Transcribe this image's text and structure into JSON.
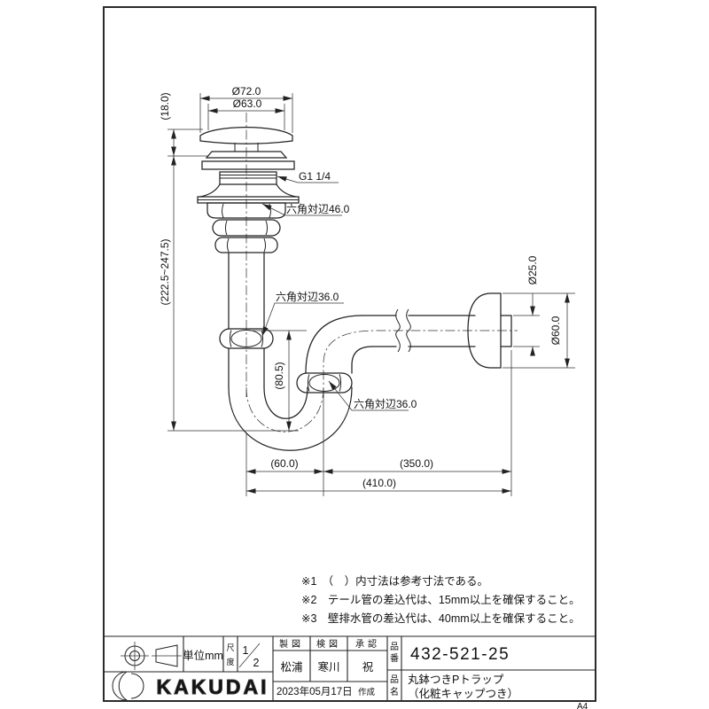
{
  "drawing": {
    "dims": {
      "cap_od": "Ø72.0",
      "cap_id": "Ø63.0",
      "cap_height": "(18.0)",
      "install_height": "(222.5~247.5)",
      "trap_depth": "(80.5)",
      "outlet_pipe_od": "Ø25.0",
      "escutcheon_od": "Ø60.0",
      "trap_offset": "(60.0)",
      "horizontal_run": "(350.0)",
      "total_length": "(410.0)"
    },
    "labels": {
      "thread": "G1 1/4",
      "hex46": "六角対辺46.0",
      "hex36_upper": "六角対辺36.0",
      "hex36_lower": "六角対辺36.0"
    },
    "notes": [
      "※1　（　）内寸法は参考寸法である。",
      "※2　テール管の差込代は、15mm以上を確保すること。",
      "※3　壁排水管の差込代は、40mm以上を確保すること。"
    ]
  },
  "title_block": {
    "unit": "単位mm",
    "scale_label_chars": [
      "尺",
      "度"
    ],
    "scale_num": "1",
    "scale_den": "2",
    "drafter_label": "製図",
    "checker_label": "検図",
    "approver_label": "承認",
    "drafter": "松浦",
    "checker": "寒川",
    "approver": "祝",
    "created_date": "2023年05月17日",
    "created_suffix": "作成",
    "part_no_label_chars": [
      "品",
      "番"
    ],
    "part_no": "432-521-25",
    "part_name_label_chars": [
      "品",
      "名"
    ],
    "part_name_line1": "丸鉢つきPトラップ",
    "part_name_line2": "（化粧キャップつき）",
    "logo_text": "KAKUDAI",
    "paper_size": "A4"
  }
}
